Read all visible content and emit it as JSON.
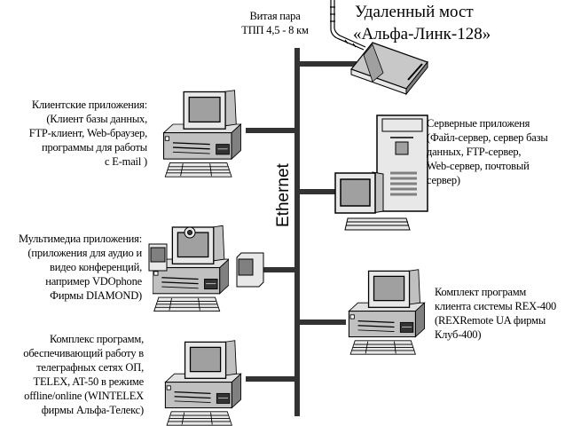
{
  "title": {
    "lines": [
      "Удаленный мост",
      "«Альфа-Линк-128»"
    ]
  },
  "cable_label": {
    "lines": [
      "Витая пара",
      "ТПП 4,5 - 8 км"
    ]
  },
  "bus_label": "Ethernet",
  "nodes": {
    "client_apps": {
      "lines": [
        "Клиентские приложения:",
        "(Клиент базы данных,",
        "FTP-клиент, Web-браузер,",
        "программы для работы",
        "с E-mail )"
      ]
    },
    "multimedia_apps": {
      "lines": [
        "Мультимедиа приложения:",
        "(приложения для аудио и",
        "видео конференций,",
        "например VDOphone",
        "Фирмы DIAMOND)"
      ]
    },
    "telex_apps": {
      "lines": [
        "Комплекс программ,",
        "обеспечивающий работу в",
        "телеграфных сетях ОП,",
        "TELEX, AT-50  в режиме",
        "offline/online (WINTELEX",
        "фирмы Альфа-Телекс)"
      ]
    },
    "server_apps": {
      "lines": [
        "Серверные приложеня",
        "(Файл-сервер, сервер базы",
        "данных, FTP-сервер,",
        "Web-сервер, почтовый",
        "сервер)"
      ]
    },
    "rex_client": {
      "lines": [
        "Комплект программ",
        "клиента системы REX-400",
        "(REXRemote UA фирмы",
        "Клуб-400)"
      ]
    }
  },
  "colors": {
    "bus": "#333333",
    "case": "#c0c0c0",
    "screen": "#a0a0a0",
    "light": "#e8e8e8",
    "dark": "#808080"
  }
}
